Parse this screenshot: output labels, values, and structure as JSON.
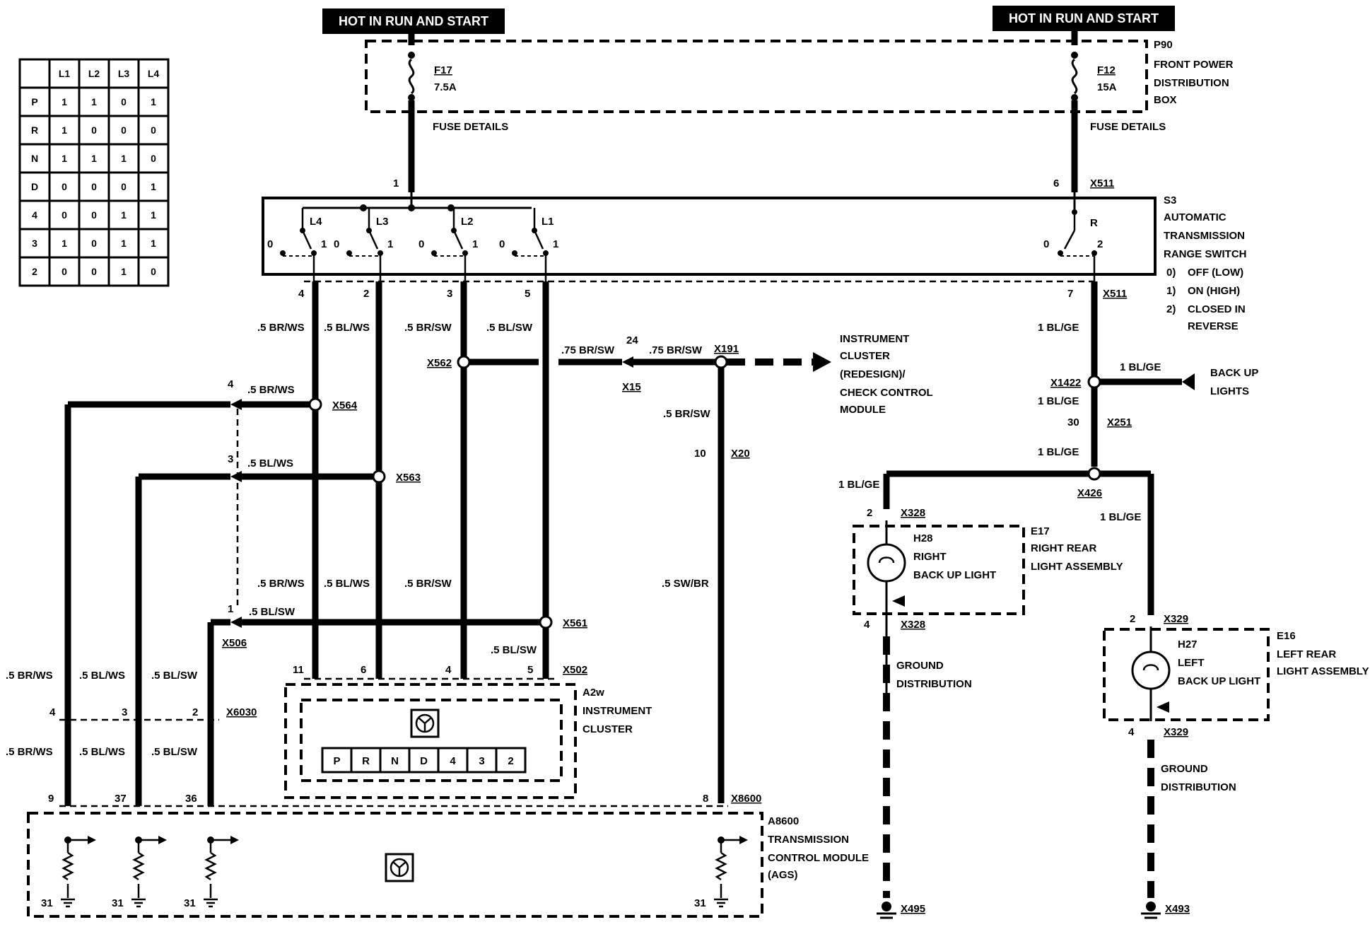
{
  "supply": {
    "left_banner": "HOT IN RUN AND START",
    "right_banner": "HOT IN RUN AND START"
  },
  "fuse_box": {
    "name": "P90",
    "desc_lines": [
      "FRONT POWER",
      "DISTRIBUTION",
      "BOX"
    ],
    "fuse_left_id": "F17",
    "fuse_left_rating": "7.5A",
    "fuse_right_id": "F12",
    "fuse_right_rating": "15A",
    "fuse_details": "FUSE DETAILS"
  },
  "range_switch": {
    "name": "S3",
    "desc_lines": [
      "AUTOMATIC",
      "TRANSMISSION",
      "RANGE SWITCH"
    ],
    "states": [
      {
        "num": "0)",
        "text": "OFF (LOW)"
      },
      {
        "num": "1)",
        "text": "ON (HIGH)"
      },
      {
        "num": "2)",
        "text": "CLOSED IN"
      },
      {
        "num": "",
        "text": "REVERSE"
      }
    ],
    "contacts": [
      "L4",
      "L3",
      "L2",
      "L1",
      "R"
    ],
    "pos0": "0",
    "pos1": "1",
    "pos2": "2",
    "pin_in_left": "1",
    "pin_in_right": "6",
    "connector": "X511",
    "pins_out": [
      "4",
      "2",
      "3",
      "5"
    ],
    "pin_out_r": "7"
  },
  "truth_table": {
    "headers": [
      "",
      "L1",
      "L2",
      "L3",
      "L4"
    ],
    "rows": [
      [
        "P",
        "1",
        "1",
        "0",
        "1"
      ],
      [
        "R",
        "1",
        "0",
        "0",
        "0"
      ],
      [
        "N",
        "1",
        "1",
        "1",
        "0"
      ],
      [
        "D",
        "0",
        "0",
        "0",
        "1"
      ],
      [
        "4",
        "0",
        "0",
        "1",
        "1"
      ],
      [
        "3",
        "1",
        "0",
        "1",
        "1"
      ],
      [
        "2",
        "0",
        "0",
        "1",
        "0"
      ]
    ]
  },
  "wires": {
    "br_ws": ".5 BR/WS",
    "bl_ws": ".5 BL/WS",
    "br_sw": ".5 BR/SW",
    "bl_sw": ".5 BL/SW",
    "br_sw_075": ".75 BR/SW",
    "sw_br": ".5 SW/BR",
    "bl_ge": "1 BL/GE"
  },
  "connectors": {
    "x564": "X564",
    "x563": "X563",
    "x562": "X562",
    "x561": "X561",
    "x506": "X506",
    "x502": "X502",
    "x6030": "X6030",
    "x8600": "X8600",
    "x191": "X191",
    "x15": "X15",
    "x20": "X20",
    "x1422": "X1422",
    "x251": "X251",
    "x426": "X426",
    "x328": "X328",
    "x329": "X329",
    "x495": "X495",
    "x493": "X493"
  },
  "pins": {
    "p4": "4",
    "p3": "3",
    "p1": "1",
    "p2": "2",
    "p11": "11",
    "p6": "6",
    "p5": "5",
    "p9": "9",
    "p37": "37",
    "p36": "36",
    "p8": "8",
    "p31": "31",
    "p24": "24",
    "p10": "10",
    "p30": "30"
  },
  "instrument_module": {
    "lines": [
      "INSTRUMENT",
      "CLUSTER",
      "(REDESIGN)/",
      "CHECK CONTROL",
      "MODULE"
    ]
  },
  "cluster": {
    "name": "A2w",
    "desc_lines": [
      "INSTRUMENT",
      "CLUSTER"
    ],
    "gears": [
      "P",
      "R",
      "N",
      "D",
      "4",
      "3",
      "2"
    ]
  },
  "tcm": {
    "name": "A8600",
    "desc_lines": [
      "TRANSMISSION",
      "CONTROL MODULE",
      "(AGS)"
    ]
  },
  "backup": {
    "lights_lines": [
      "BACK UP",
      "LIGHTS"
    ],
    "right_lamp": "H28",
    "right_lamp_lines": [
      "RIGHT",
      "BACK UP LIGHT"
    ],
    "right_assy": "E17",
    "right_assy_lines": [
      "RIGHT REAR",
      "LIGHT ASSEMBLY"
    ],
    "left_lamp": "H27",
    "left_lamp_lines": [
      "LEFT",
      "BACK UP LIGHT"
    ],
    "left_assy": "E16",
    "left_assy_lines": [
      "LEFT REAR",
      "LIGHT ASSEMBLY"
    ],
    "ground_lines": [
      "GROUND",
      "DISTRIBUTION"
    ]
  }
}
